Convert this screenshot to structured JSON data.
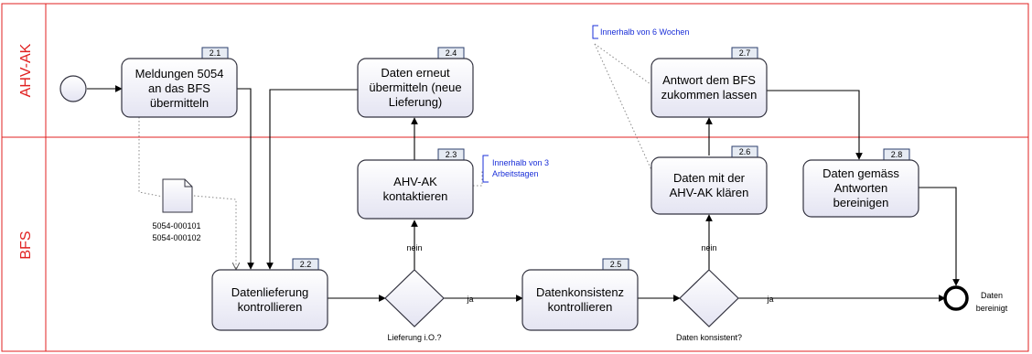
{
  "lanes": {
    "top": "AHV-AK",
    "bottom": "BFS"
  },
  "tasks": {
    "t21": {
      "number": "2.1",
      "lines": [
        "Meldungen 5054",
        "an das BFS",
        "übermitteln"
      ]
    },
    "t22": {
      "number": "2.2",
      "lines": [
        "Datenlieferung",
        "kontrollieren"
      ]
    },
    "t23": {
      "number": "2.3",
      "lines": [
        "AHV-AK",
        "kontaktieren"
      ]
    },
    "t24": {
      "number": "2.4",
      "lines": [
        "Daten erneut",
        "übermitteln (neue",
        "Lieferung)"
      ]
    },
    "t25": {
      "number": "2.5",
      "lines": [
        "Datenkonsistenz",
        "kontrollieren"
      ]
    },
    "t26": {
      "number": "2.6",
      "lines": [
        "Daten mit der",
        "AHV-AK klären"
      ]
    },
    "t27": {
      "number": "2.7",
      "lines": [
        "Antwort dem BFS",
        "zukommen lassen"
      ]
    },
    "t28": {
      "number": "2.8",
      "lines": [
        "Daten gemäss",
        "Antworten",
        "bereinigen"
      ]
    }
  },
  "gateways": {
    "g1": {
      "label": "Lieferung i.O.?"
    },
    "g2": {
      "label": "Daten konsistent?"
    }
  },
  "flow_labels": {
    "ja1": "ja",
    "ja2": "ja",
    "nein1": "nein",
    "nein2": "nein"
  },
  "annotations": {
    "a1": [
      "Innerhalb von 3",
      "Arbeitstagen"
    ],
    "a2": [
      "Innerhalb von 6 Wochen"
    ]
  },
  "data_object": {
    "lines": [
      "5054-000101",
      "5054-000102"
    ]
  },
  "end_event": {
    "lines": [
      "Daten",
      "bereinigt"
    ]
  },
  "colors": {
    "lane_border": "#e02020",
    "annotation": "#1a2fd8",
    "task_fill_top": "#ffffff",
    "task_fill_bottom": "#e4e4f2"
  }
}
